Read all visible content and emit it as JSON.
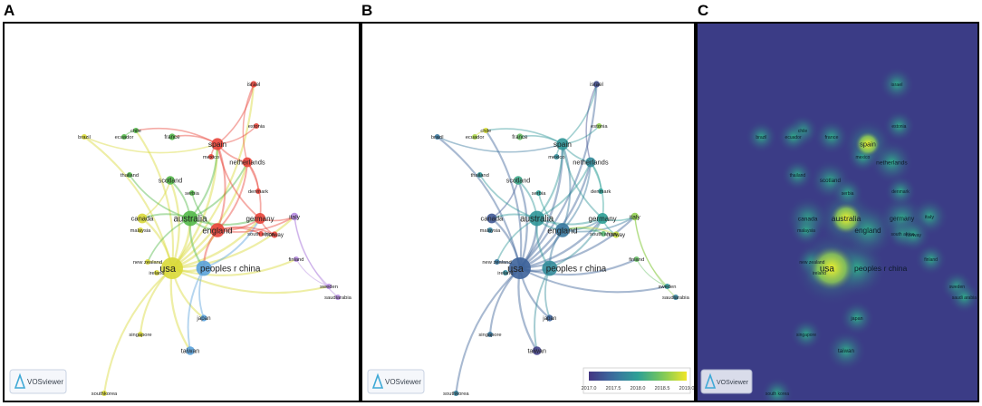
{
  "panels": [
    {
      "id": "A",
      "letter": "A",
      "logo_text": "VOSviewer"
    },
    {
      "id": "B",
      "letter": "B",
      "logo_text": "VOSviewer"
    },
    {
      "id": "C",
      "letter": "C",
      "logo_text": "VOSviewer"
    }
  ],
  "colors": {
    "cluster_red": "#e8443a",
    "cluster_green": "#52b848",
    "cluster_blue": "#5aa2dc",
    "cluster_yellow": "#d9d93a",
    "cluster_purple": "#b58be0",
    "cluster_cyan": "#4fc0c0",
    "heat_background": "#3b3c86",
    "heat_glow": "#2fb58a",
    "heat_peak": "#f4f02b"
  },
  "nodes": [
    {
      "id": "usa",
      "label": "usa",
      "cluster": "yellow",
      "weight": 10,
      "year": 2017.4
    },
    {
      "id": "peoples r china",
      "label": "peoples r china",
      "cluster": "blue",
      "weight": 7,
      "year": 2017.8
    },
    {
      "id": "australia",
      "label": "australia",
      "cluster": "green",
      "weight": 7,
      "year": 2017.9
    },
    {
      "id": "england",
      "label": "england",
      "cluster": "red",
      "weight": 6.5,
      "year": 2017.6
    },
    {
      "id": "spain",
      "label": "spain",
      "cluster": "red",
      "weight": 5.5,
      "year": 2017.9
    },
    {
      "id": "netherlands",
      "label": "netherlands",
      "cluster": "red",
      "weight": 4.5,
      "year": 2017.8
    },
    {
      "id": "germany",
      "label": "germany",
      "cluster": "red",
      "weight": 5,
      "year": 2018.0
    },
    {
      "id": "canada",
      "label": "canada",
      "cluster": "yellow",
      "weight": 4.5,
      "year": 2017.3
    },
    {
      "id": "scotland",
      "label": "scotland",
      "cluster": "green",
      "weight": 4,
      "year": 2018.1
    },
    {
      "id": "italy",
      "label": "italy",
      "cluster": "purple",
      "weight": 3.5,
      "year": 2018.6
    },
    {
      "id": "taiwan",
      "label": "taiwan",
      "cluster": "blue",
      "weight": 4,
      "year": 2017.1
    },
    {
      "id": "japan",
      "label": "japan",
      "cluster": "blue",
      "weight": 3,
      "year": 2017.4
    },
    {
      "id": "israel",
      "label": "israel",
      "cluster": "red",
      "weight": 3,
      "year": 2017.2
    },
    {
      "id": "france",
      "label": "france",
      "cluster": "green",
      "weight": 3,
      "year": 2018.4
    },
    {
      "id": "estonia",
      "label": "estonia",
      "cluster": "red",
      "weight": 2.5,
      "year": 2018.6
    },
    {
      "id": "mexico",
      "label": "mexico",
      "cluster": "red",
      "weight": 2.5,
      "year": 2017.8
    },
    {
      "id": "chile",
      "label": "chile",
      "cluster": "green",
      "weight": 2.5,
      "year": 2018.9
    },
    {
      "id": "ecuador",
      "label": "ecuador",
      "cluster": "green",
      "weight": 2.5,
      "year": 2018.7
    },
    {
      "id": "brazil",
      "label": "brazil",
      "cluster": "yellow",
      "weight": 2.5,
      "year": 2017.6
    },
    {
      "id": "thailand",
      "label": "thailand",
      "cluster": "green",
      "weight": 2.5,
      "year": 2017.9
    },
    {
      "id": "serbia",
      "label": "serbia",
      "cluster": "green",
      "weight": 2.5,
      "year": 2018.0
    },
    {
      "id": "denmark",
      "label": "denmark",
      "cluster": "red",
      "weight": 2.5,
      "year": 2018.0
    },
    {
      "id": "malaysia",
      "label": "malaysia",
      "cluster": "yellow",
      "weight": 2.5,
      "year": 2017.7
    },
    {
      "id": "south africa",
      "label": "south africa",
      "cluster": "red",
      "weight": 2.5,
      "year": 2018.3
    },
    {
      "id": "norway",
      "label": "norway",
      "cluster": "red",
      "weight": 3,
      "year": 2018.8
    },
    {
      "id": "finland",
      "label": "finland",
      "cluster": "purple",
      "weight": 2.5,
      "year": 2018.4
    },
    {
      "id": "new zealand",
      "label": "new zealand",
      "cluster": "yellow",
      "weight": 2.5,
      "year": 2017.6
    },
    {
      "id": "ireland",
      "label": "ireland",
      "cluster": "yellow",
      "weight": 2.5,
      "year": 2017.8
    },
    {
      "id": "sweden",
      "label": "sweden",
      "cluster": "purple",
      "weight": 2.5,
      "year": 2017.9
    },
    {
      "id": "saudi arabia",
      "label": "saudi arabia",
      "cluster": "purple",
      "weight": 2.5,
      "year": 2017.7
    },
    {
      "id": "singapore",
      "label": "singapore",
      "cluster": "yellow",
      "weight": 2.5,
      "year": 2017.6
    },
    {
      "id": "south korea",
      "label": "south korea",
      "cluster": "yellow",
      "weight": 2.5,
      "year": 2017.7
    }
  ],
  "panel_labels": {
    "A": {
      "saudi arabia": "saudiarabia",
      "south korea": "southkorea"
    },
    "B": {
      "saudi arabia": "saudiarabia",
      "south korea": "southkorea"
    },
    "C": {
      "south korea": "south korea",
      "saudi arabia": "saudi arabia"
    }
  },
  "colorbar": {
    "ticks": [
      "2017.0",
      "2017.5",
      "2018.0",
      "2018.5",
      "2019.0"
    ],
    "range": [
      2017.0,
      2019.0
    ]
  }
}
